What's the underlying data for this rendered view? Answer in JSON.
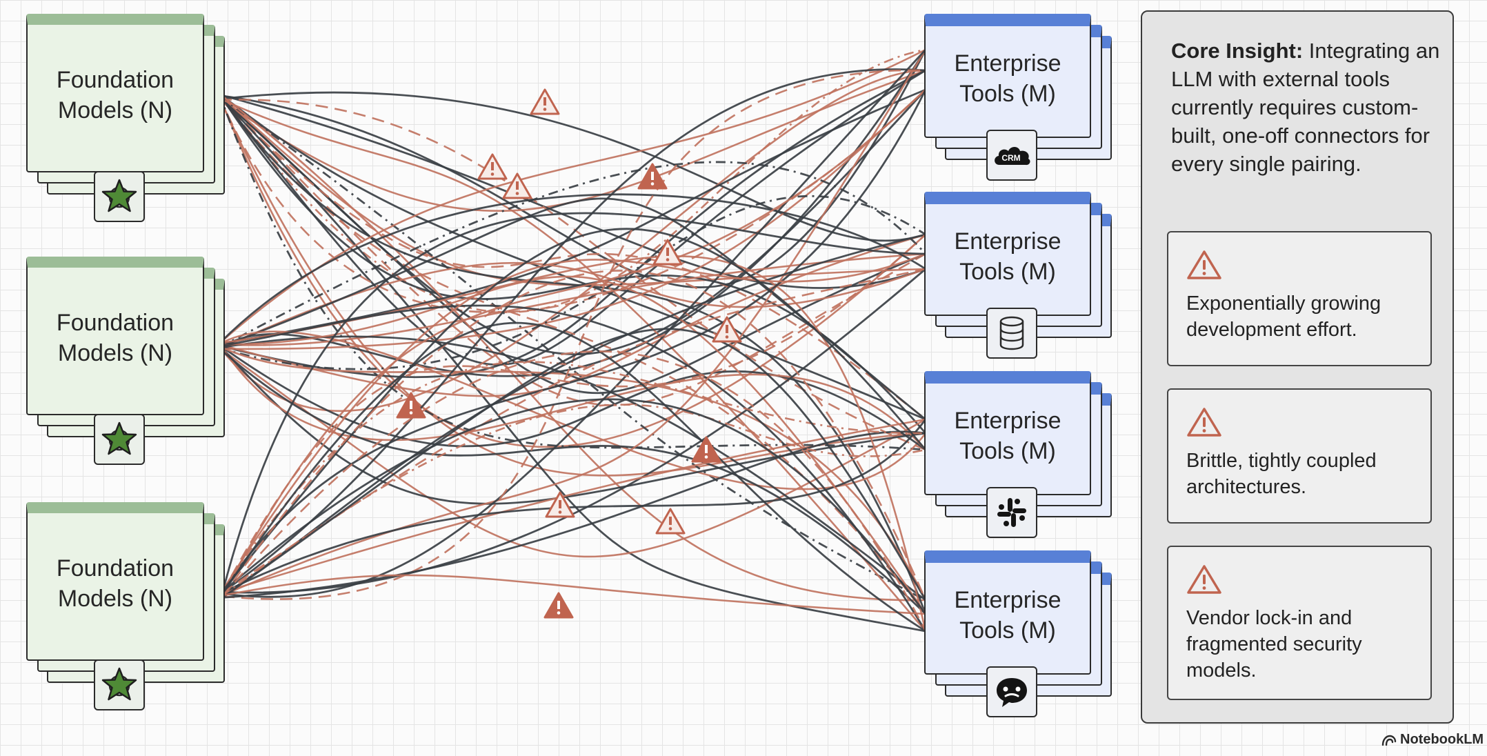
{
  "foundation_models": [
    {
      "label": "Foundation Models (N)",
      "icon": "star-icon"
    },
    {
      "label": "Foundation Models (N)",
      "icon": "star-icon"
    },
    {
      "label": "Foundation Models (N)",
      "icon": "star-icon"
    }
  ],
  "enterprise_tools": [
    {
      "label": "Enterprise Tools (M)",
      "icon": "crm-cloud-icon",
      "icon_text": "CRM"
    },
    {
      "label": "Enterprise Tools (M)",
      "icon": "database-icon"
    },
    {
      "label": "Enterprise Tools (M)",
      "icon": "slack-icon"
    },
    {
      "label": "Enterprise Tools (M)",
      "icon": "chat-bubble-icon"
    }
  ],
  "panel": {
    "insight_bold": "Core Insight:",
    "insight_text": " Integrating an LLM with external tools currently requires custom-built, one-off connectors for every single pairing.",
    "risks": [
      {
        "icon": "warning-icon",
        "text": "Exponentially growing development effort."
      },
      {
        "icon": "warning-icon",
        "text": "Brittle, tightly coupled architectures."
      },
      {
        "icon": "warning-icon",
        "text": "Vendor lock-in and fragmented security models."
      }
    ]
  },
  "brand": {
    "name": "NotebookLM",
    "icon": "notebooklm-logo-icon"
  },
  "colors": {
    "model_card": "#eaf3e6",
    "model_header": "#9cbd97",
    "tool_card": "#e8edfb",
    "tool_header": "#5880d6",
    "wire_dark": "#3a3f44",
    "wire_red": "#c0735f",
    "warning": "#c0644f",
    "panel": "#e4e4e4"
  }
}
